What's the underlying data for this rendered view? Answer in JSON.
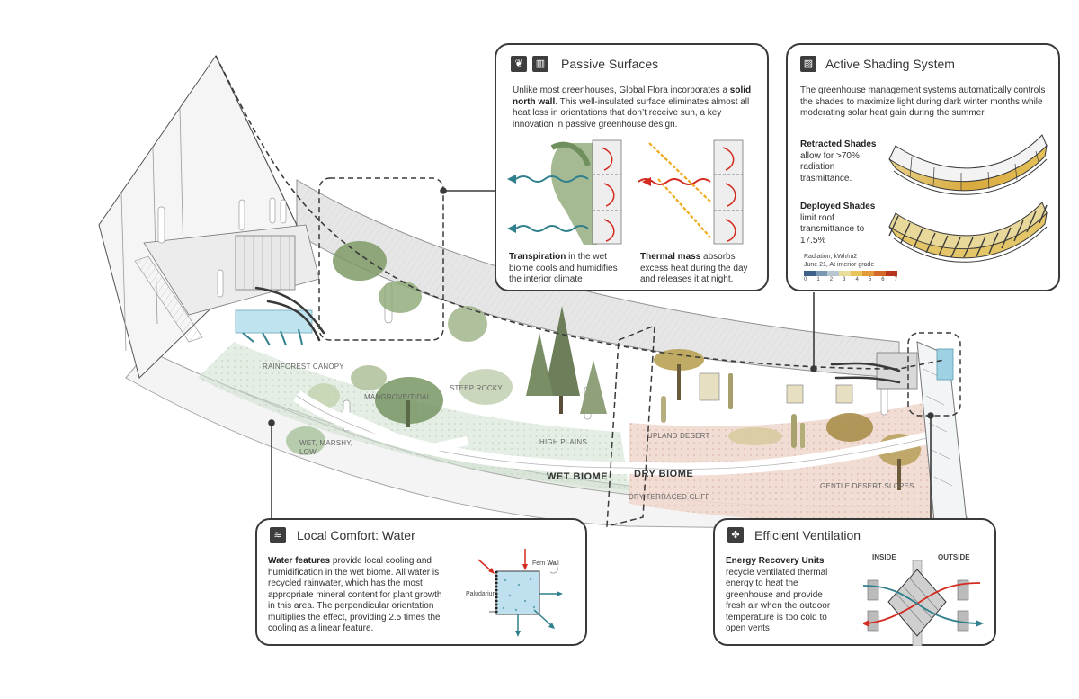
{
  "passive_surfaces": {
    "title": "Passive Surfaces",
    "intro_pre": "Unlike most greenhouses, Global Flora incorporates a ",
    "intro_bold": "solid north wall",
    "intro_post": ". This well-insulated surface eliminates almost all heat loss in orientations that don’t receive sun, a key innovation in passive greenhouse design.",
    "transpiration_bold": "Transpiration",
    "transpiration_text": " in the wet biome cools and humidifies the interior climate",
    "thermal_bold": "Thermal mass",
    "thermal_text": " absorbs excess heat during the day and releases it at night."
  },
  "active_shading": {
    "title": "Active Shading System",
    "intro": "The greenhouse management systems automatically controls the shades to maximize light during dark winter months while moderating solar heat gain during the summer.",
    "retracted_bold": "Retracted Shades",
    "retracted_text": "allow for >70% radiation trasmittance.",
    "deployed_bold": "Deployed Shades",
    "deployed_text": "limit roof transmittance to 17.5%",
    "legend_title": "Radiation, kWh/m2",
    "legend_subtitle": "June 21, At interior grade",
    "legend_ticks": [
      "0",
      "1",
      "2",
      "3",
      "4",
      "5",
      "6",
      "7"
    ],
    "legend_colors": [
      "#3e5f8a",
      "#7b98b3",
      "#b7c7cf",
      "#e8dd9a",
      "#e9c45a",
      "#e39a3b",
      "#d46a2a",
      "#b8361e"
    ]
  },
  "local_comfort": {
    "title": "Local Comfort: Water",
    "text_bold": "Water features",
    "text": " provide local cooling and humidification in the wet biome. All water is recycled rainwater, which has the most appropriate mineral content for plant growth in this area. The perpendicular orientation multiplies the effect, providing 2.5 times the cooling as a linear feature.",
    "label_fern_wall": "Fern Wall",
    "label_paludarium": "Paludarium"
  },
  "efficient_ventilation": {
    "title": "Efficient Ventilation",
    "text_bold": "Energy Recovery Units",
    "text": "recycle ventilated thermal energy to heat the greenhouse and provide fresh air when the outdoor temperature is too cold to open vents",
    "label_inside": "INSIDE",
    "label_outside": "OUTSIDE"
  },
  "zones": {
    "rainforest": "RAINFOREST CANOPY",
    "mangrove": "MANGROVE/TIDAL",
    "steep_rocky": "STEEP ROCKY",
    "wet_marshy": "WET, MARSHY,\nLOW",
    "high_plains": "HIGH PLAINS",
    "upland_desert": "UPLAND DESERT",
    "dry_terraced": "DRY TERRACED CLIFF",
    "gentle_desert": "GENTLE DESERT SLOPES"
  },
  "biomes": {
    "wet": "WET BIOME",
    "dry": "DRY BIOME"
  },
  "colors": {
    "outline": "#3a3a3a",
    "red_arrow": "#d42a1f",
    "teal_arrow": "#2f7f8c",
    "orange_arrow": "#f0a91a",
    "wet_ground": "#d6e3d4",
    "dry_ground": "#f0dcd3"
  }
}
